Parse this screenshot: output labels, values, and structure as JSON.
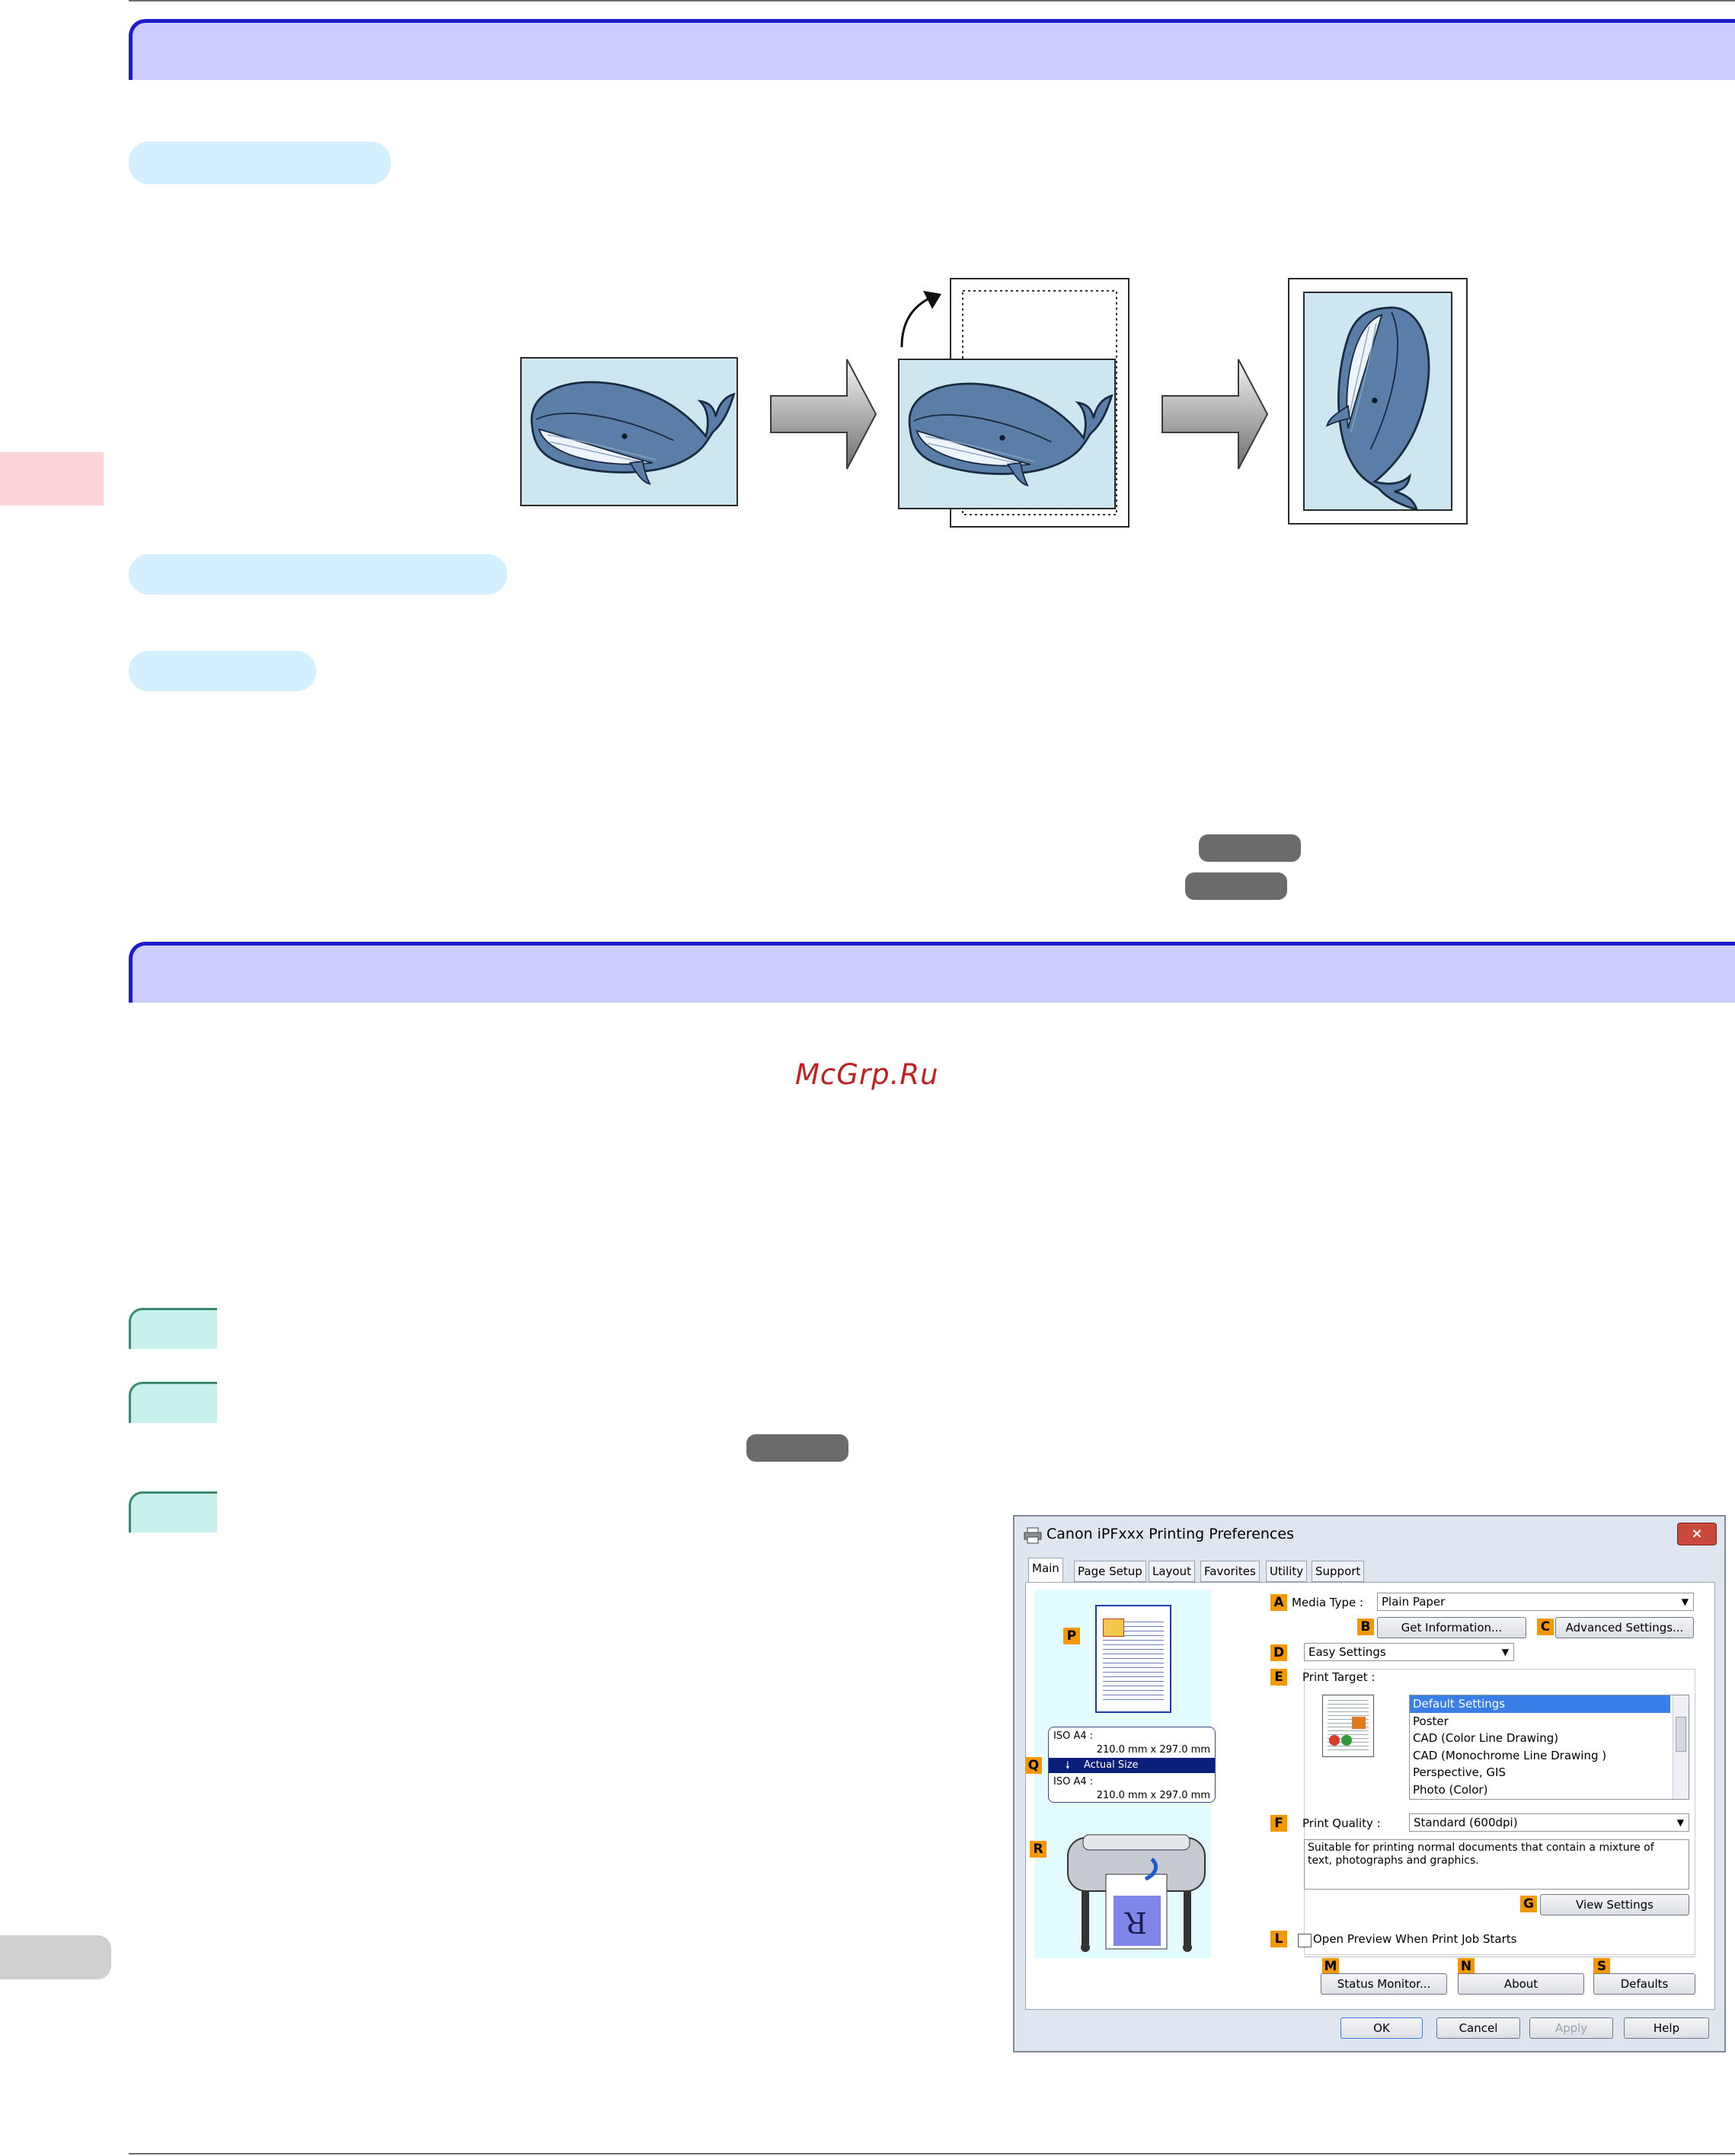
{
  "watermark": "McGrp.Ru",
  "dialog": {
    "title": "Canon iPFxxx Printing Preferences",
    "close": "×",
    "tabs": [
      "Main",
      "Page Setup",
      "Layout",
      "Favorites",
      "Utility",
      "Support"
    ],
    "callouts": [
      "A",
      "B",
      "C",
      "D",
      "E",
      "F",
      "G",
      "L",
      "M",
      "N",
      "S",
      "P",
      "Q",
      "R"
    ],
    "media_type_label": "Media Type :",
    "media_type_value": "Plain Paper",
    "get_information": "Get Information...",
    "advanced_settings": "Advanced Settings...",
    "mode_value": "Easy Settings",
    "print_target_label": "Print Target :",
    "print_targets": [
      "Default Settings",
      "Poster",
      "CAD (Color Line Drawing)",
      "CAD (Monochrome Line Drawing )",
      "Perspective, GIS",
      "Photo (Color)"
    ],
    "print_quality_label": "Print Quality :",
    "print_quality_value": "Standard (600dpi)",
    "description": "Suitable for printing normal documents that contain a mixture of text, photographs and graphics.",
    "view_settings": "View Settings",
    "open_preview": "Open Preview When Print Job Starts",
    "status_monitor": "Status Monitor...",
    "about": "About",
    "defaults": "Defaults",
    "ok": "OK",
    "cancel": "Cancel",
    "apply": "Apply",
    "help": "Help",
    "paper_in_label": "ISO A4 :",
    "paper_in_size": "210.0 mm x 297.0 mm",
    "actual_size": "Actual Size",
    "paper_out_label": "ISO A4 :",
    "paper_out_size": "210.0 mm x 297.0 mm"
  },
  "colors": {
    "section_bar": "#ccccfe",
    "section_border": "#1c1ccc",
    "pill": "#d4efff",
    "ref_pill": "#6b6b6b",
    "step_tab": "#c8f0ec",
    "side_tab": "#fcd4d8",
    "whale_bg": "#cde6f0",
    "whale": "#5b7ea8",
    "callout": "#f39800"
  }
}
